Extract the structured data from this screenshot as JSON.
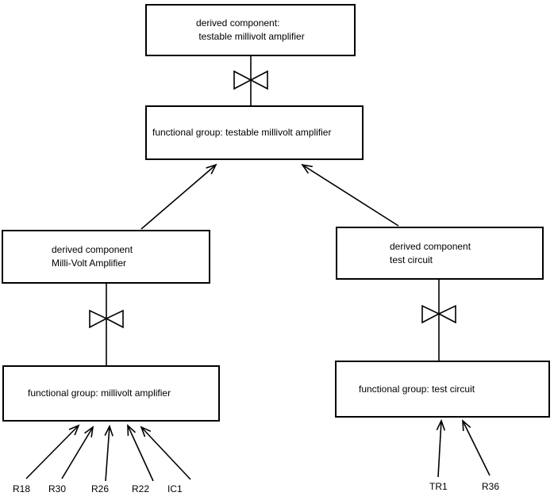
{
  "diagram": {
    "background": "#ffffff",
    "line_color": "#000000",
    "nodes": [
      {
        "name": "derived-component-testable-millivolt-amplifier",
        "lines": [
          "derived component:",
          " testable millivolt amplifier"
        ]
      },
      {
        "name": "functional-group-testable-millivolt-amplifier",
        "lines": [
          "functional group: testable millivolt amplifier"
        ]
      },
      {
        "name": "derived-component-milli-volt-amplifier",
        "lines": [
          "derived component",
          "Milli-Volt Amplifier"
        ]
      },
      {
        "name": "derived-component-test-circuit",
        "lines": [
          "derived component",
          "test circuit"
        ]
      },
      {
        "name": "functional-group-millivolt-amplifier",
        "lines": [
          "functional group: millivolt amplifier"
        ]
      },
      {
        "name": "functional-group-test-circuit",
        "lines": [
          "functional group: test circuit"
        ]
      }
    ],
    "leaf_labels": [
      {
        "label": "R18"
      },
      {
        "label": "R30"
      },
      {
        "label": "R26"
      },
      {
        "label": "R22"
      },
      {
        "label": "IC1"
      },
      {
        "label": "TR1"
      },
      {
        "label": "R36"
      }
    ]
  }
}
